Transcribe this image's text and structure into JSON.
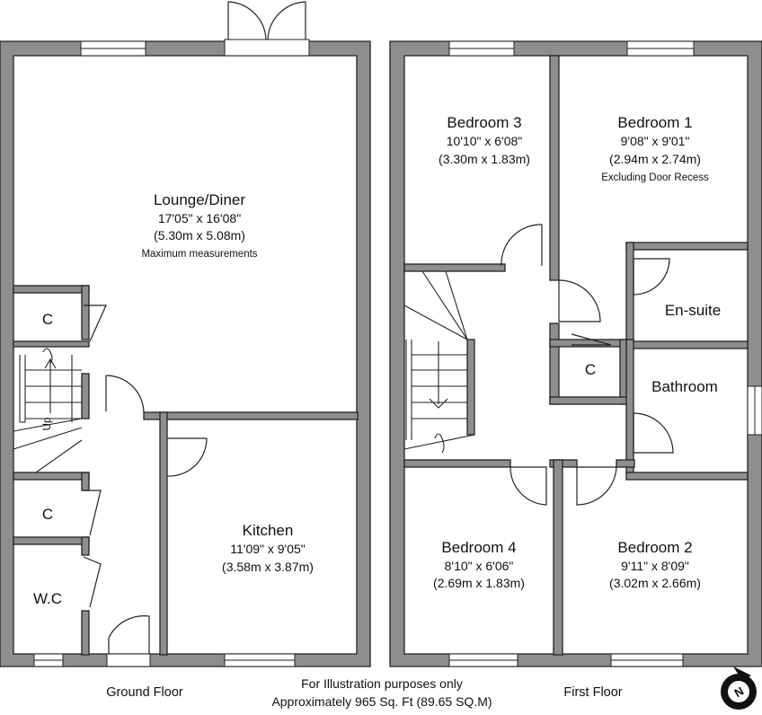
{
  "rooms": {
    "lounge": {
      "name": "Lounge/Diner",
      "imperial": "17'05\" x 16'08\"",
      "metric": "(5.30m x 5.08m)",
      "note": "Maximum measurements"
    },
    "kitchen": {
      "name": "Kitchen",
      "imperial": "11'09\" x 9'05\"",
      "metric": "(3.58m x 3.87m)"
    },
    "cupboard_1": {
      "name": "C"
    },
    "cupboard_2": {
      "name": "C"
    },
    "wc": {
      "name": "W.C"
    },
    "stairs_label": "Up",
    "bedroom3": {
      "name": "Bedroom 3",
      "imperial": "10'10\" x 6'08\"",
      "metric": "(3.30m x 1.83m)"
    },
    "bedroom1": {
      "name": "Bedroom 1",
      "imperial": "9'08\" x 9'01\"",
      "metric": "(2.94m x 2.74m)",
      "note": "Excluding Door Recess"
    },
    "ensuite": {
      "name": "En-suite"
    },
    "cupboard_3": {
      "name": "C"
    },
    "bathroom": {
      "name": "Bathroom"
    },
    "bedroom4": {
      "name": "Bedroom 4",
      "imperial": "8'10\" x 6'06\"",
      "metric": "(2.69m x 1.83m)"
    },
    "bedroom2": {
      "name": "Bedroom 2",
      "imperial": "9'11\" x 8'09\"",
      "metric": "(3.02m x 2.66m)"
    }
  },
  "floors": {
    "ground": "Ground Floor",
    "first": "First Floor"
  },
  "footer": {
    "line1": "For Illustration purposes only",
    "line2": "Approximately 965 Sq. Ft (89.65 SQ.M)"
  },
  "compass": {
    "letter": "N",
    "icon": "north-compass-icon"
  },
  "colors": {
    "wall": "#8e8e8e",
    "outline": "#222222"
  }
}
